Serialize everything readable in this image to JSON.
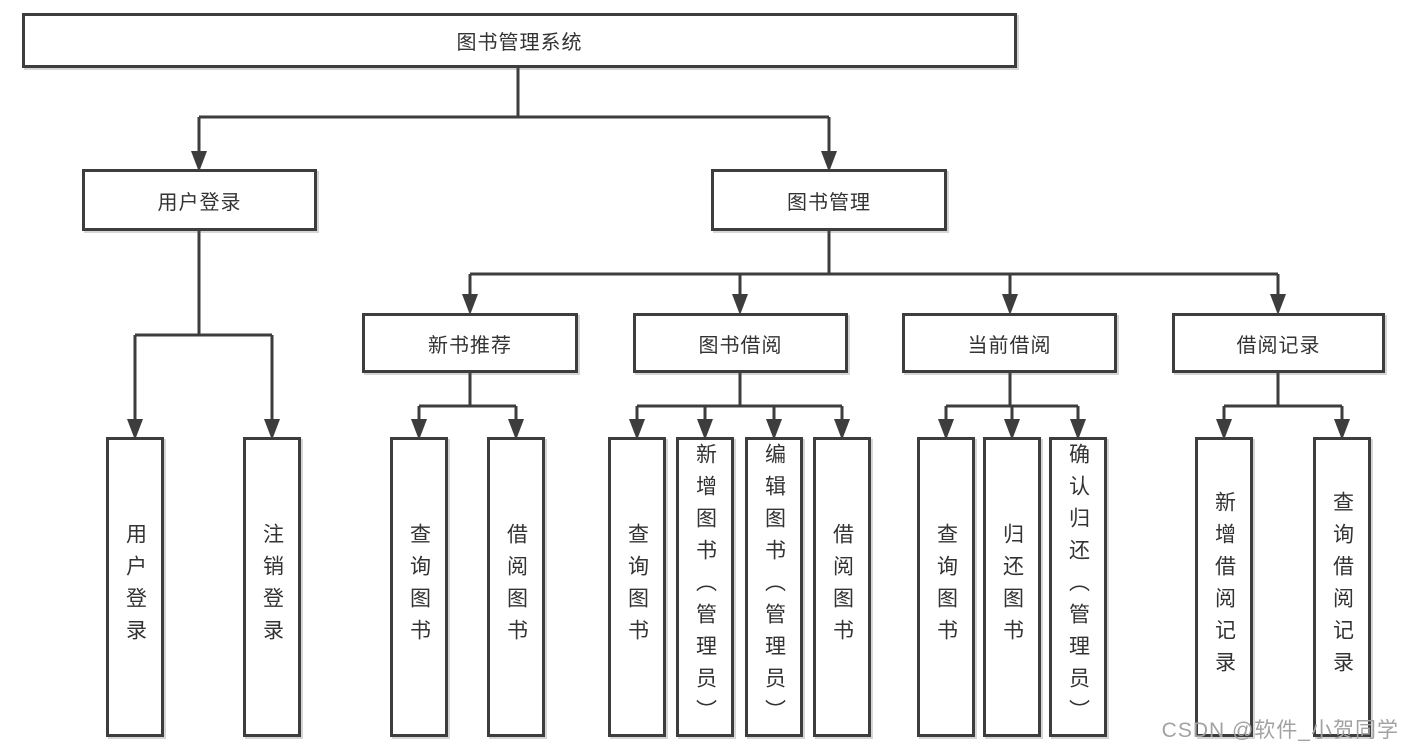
{
  "diagram": {
    "title": "图书管理系统",
    "tree": {
      "label": "图书管理系统",
      "children": [
        {
          "label": "用户登录",
          "children": [
            {
              "label": "用户登录"
            },
            {
              "label": "注销登录"
            }
          ]
        },
        {
          "label": "图书管理",
          "children": [
            {
              "label": "新书推荐",
              "children": [
                {
                  "label": "查询图书"
                },
                {
                  "label": "借阅图书"
                }
              ]
            },
            {
              "label": "图书借阅",
              "children": [
                {
                  "label": "查询图书"
                },
                {
                  "label": "新增图书（管理员）"
                },
                {
                  "label": "编辑图书（管理员）"
                },
                {
                  "label": "借阅图书"
                }
              ]
            },
            {
              "label": "当前借阅",
              "children": [
                {
                  "label": "查询图书"
                },
                {
                  "label": "归还图书"
                },
                {
                  "label": "确认归还（管理员）"
                }
              ]
            },
            {
              "label": "借阅记录",
              "children": [
                {
                  "label": "新增借阅记录"
                },
                {
                  "label": "查询借阅记录"
                }
              ]
            }
          ]
        }
      ]
    },
    "colors": {
      "line": "#3d3d3d",
      "text": "#333333",
      "background": "#ffffff",
      "watermark_color": "#a2a2a2"
    }
  },
  "watermark": {
    "text": "CSDN @软件_小贺同学"
  }
}
